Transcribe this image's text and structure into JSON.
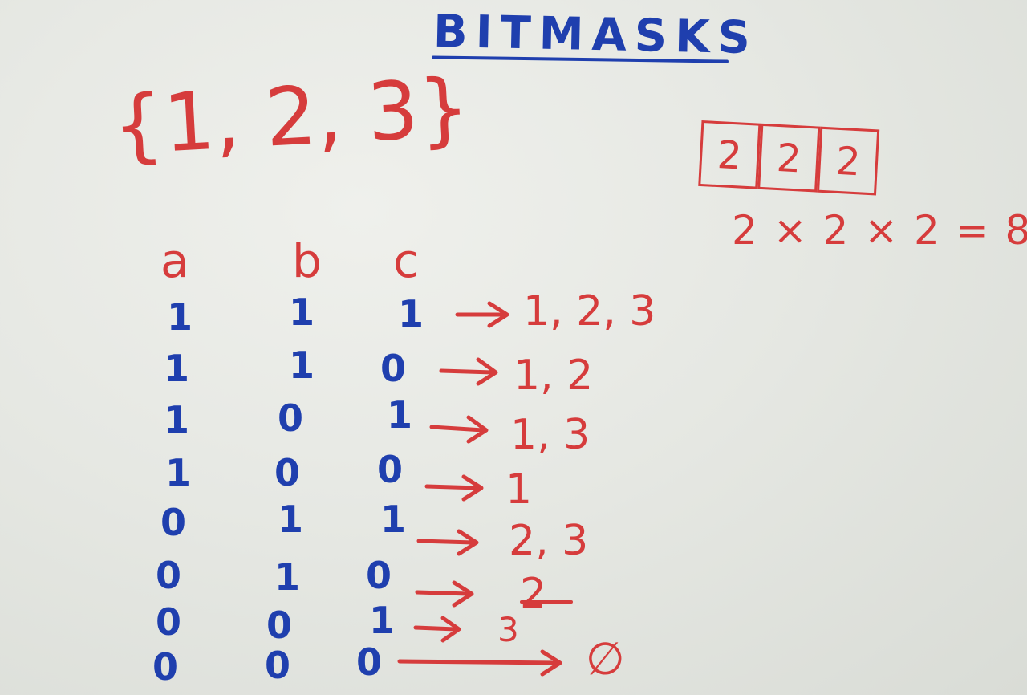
{
  "title": "BITMASKS",
  "set": "{1, 2, 3}",
  "headers": [
    "a",
    "b",
    "c"
  ],
  "rows": [
    {
      "bits": [
        "1",
        "1",
        "1"
      ],
      "subset": "1, 2, 3"
    },
    {
      "bits": [
        "1",
        "1",
        "0"
      ],
      "subset": "1, 2"
    },
    {
      "bits": [
        "1",
        "0",
        "1"
      ],
      "subset": "1, 3"
    },
    {
      "bits": [
        "1",
        "0",
        "0"
      ],
      "subset": "1"
    },
    {
      "bits": [
        "0",
        "1",
        "1"
      ],
      "subset": "2, 3"
    },
    {
      "bits": [
        "0",
        "1",
        "0"
      ],
      "subset": "2"
    },
    {
      "bits": [
        "0",
        "0",
        "1"
      ],
      "subset": "3"
    },
    {
      "bits": [
        "0",
        "0",
        "0"
      ],
      "subset": "∅"
    }
  ],
  "boxes": [
    "2",
    "2",
    "2"
  ],
  "formula": "2 × 2 × 2 = 8",
  "colors": {
    "blue_ink": "#1f3fae",
    "red_ink": "#d63c3c",
    "board": "#e6e8e3"
  }
}
